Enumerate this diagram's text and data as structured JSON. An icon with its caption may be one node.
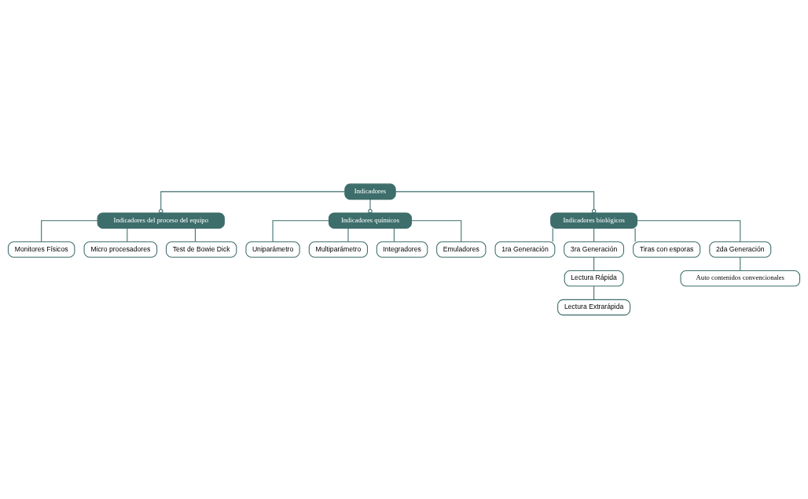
{
  "diagram": {
    "nodes": [
      {
        "text": [
          "Indicadores"
        ]
      },
      {
        "text": [
          "Indicadores del proceso del equipo"
        ]
      },
      {
        "text": [
          "Indicadores químicos"
        ]
      },
      {
        "text": [
          "Indicadores biológicos"
        ]
      },
      {
        "text": [
          "Monitores Físicos"
        ]
      },
      {
        "text": [
          "Micro procesadores"
        ]
      },
      {
        "text": [
          "Test de Bowie Dick"
        ]
      },
      {
        "text": [
          "Uniparámetro"
        ]
      },
      {
        "text": [
          "Multiparámetro"
        ]
      },
      {
        "text": [
          "Integradores"
        ]
      },
      {
        "text": [
          "Emuladores"
        ]
      },
      {
        "text": [
          "1ra Generación"
        ]
      },
      {
        "text": [
          "3ra Generación"
        ]
      },
      {
        "text": [
          "Tiras con esporas"
        ]
      },
      {
        "text": [
          "Lectura Rápida"
        ]
      },
      {
        "text": [
          "2da Generación"
        ]
      },
      {
        "text": [
          "Lectura Extrarápida"
        ]
      },
      {
        "text": [
          "Auto contenidos convencionales"
        ]
      }
    ],
    "edges": [
      {
        "from": 0,
        "to": 1,
        "arrow": "other"
      },
      {
        "from": 0,
        "to": 2,
        "arrow": "other"
      },
      {
        "from": 0,
        "to": 3,
        "arrow": "other"
      },
      {
        "from": 1,
        "to": 4,
        "arrow": "none"
      },
      {
        "from": 1,
        "to": 5,
        "arrow": "none"
      },
      {
        "from": 1,
        "to": 6,
        "arrow": "none"
      },
      {
        "from": 2,
        "to": 7,
        "arrow": "none"
      },
      {
        "from": 2,
        "to": 8,
        "arrow": "none"
      },
      {
        "from": 2,
        "to": 9,
        "arrow": "none"
      },
      {
        "from": 2,
        "to": 10,
        "arrow": "none"
      },
      {
        "from": 3,
        "to": 11,
        "arrow": "none"
      },
      {
        "from": 3,
        "to": 12,
        "arrow": "none"
      },
      {
        "from": 3,
        "to": 13,
        "arrow": "none"
      },
      {
        "from": 3,
        "to": 15,
        "arrow": "none"
      },
      {
        "from": 12,
        "to": 14,
        "arrow": "none"
      },
      {
        "from": 14,
        "to": 16,
        "arrow": "none"
      },
      {
        "from": 15,
        "to": 17,
        "arrow": "none"
      }
    ]
  }
}
